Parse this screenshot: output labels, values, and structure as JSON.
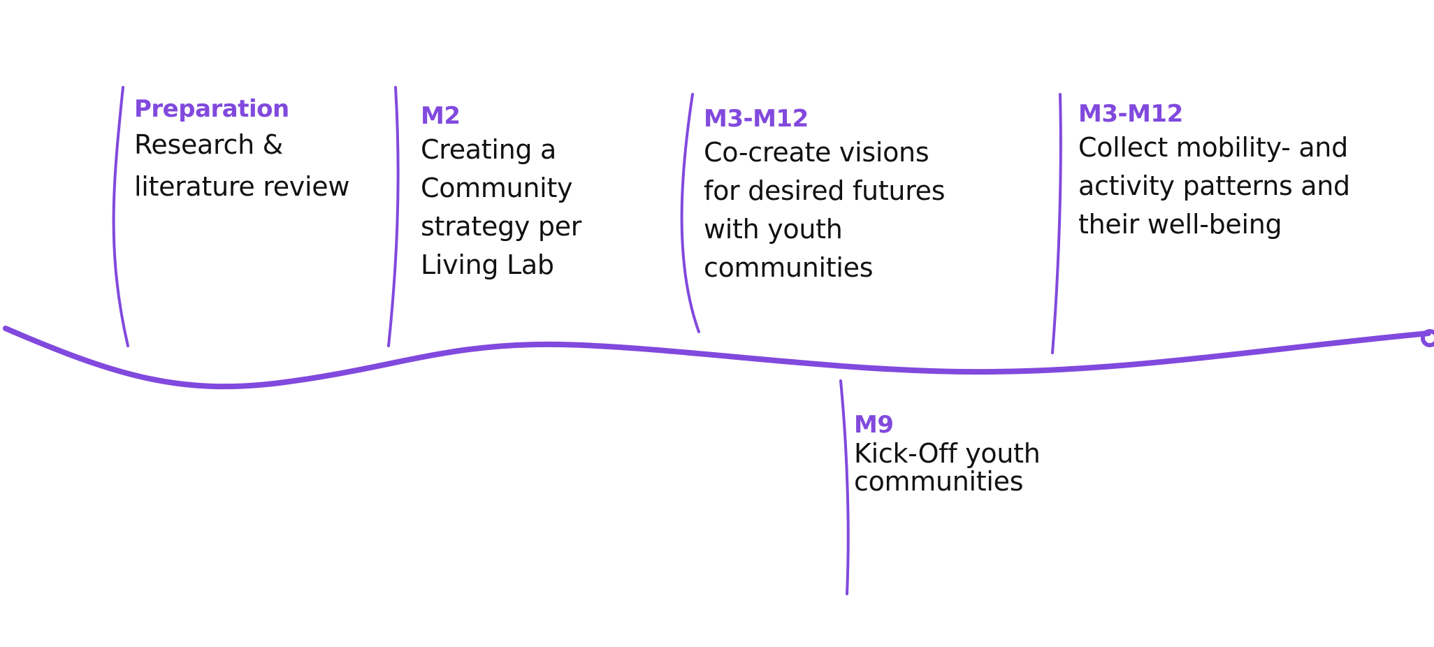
{
  "colors": {
    "accent": "#8149DD",
    "text": "#111111",
    "background": "#ffffff"
  },
  "milestones": [
    {
      "label": "Preparation",
      "description": "Research &\nliterature review"
    },
    {
      "label": "M2",
      "description": "Creating a\nCommunity\nstrategy per\nLiving Lab"
    },
    {
      "label": "M3-M12",
      "description": "Co-create visions\nfor desired futures\nwith youth\ncommunities"
    },
    {
      "label": "M3-M12",
      "description": "Collect mobility- and\nactivity patterns and\ntheir well-being"
    },
    {
      "label": "M9",
      "description": "Kick-Off youth\ncommunities"
    }
  ]
}
